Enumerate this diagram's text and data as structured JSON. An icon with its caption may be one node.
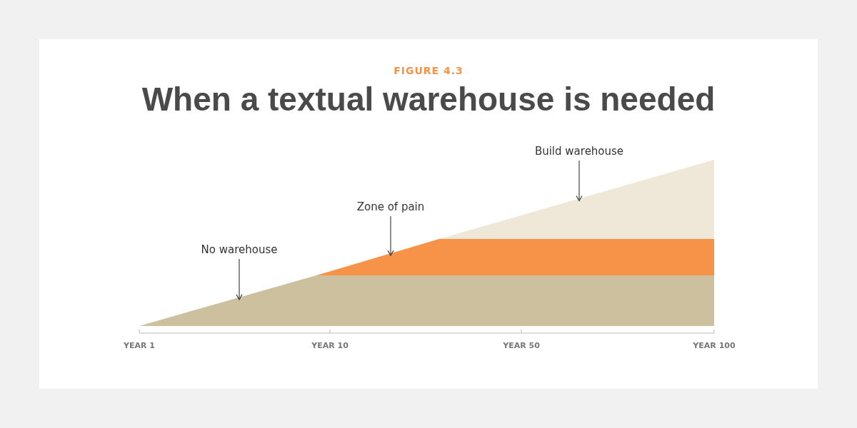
{
  "diagram": {
    "title": "When a textual warehouse is needed",
    "nodes": [
      {
        "text": [
          "No warehouse"
        ]
      },
      {
        "text": [
          "Zone of pain"
        ]
      },
      {
        "text": [
          "Build warehouse"
        ]
      },
      {
        "text": [],
        "shape": "polygon"
      },
      {
        "text": [],
        "shape": "polygon"
      },
      {
        "text": [],
        "shape": "polygon"
      }
    ],
    "edges": [
      {
        "from": 0,
        "to": 3,
        "arrow": "to"
      },
      {
        "from": 1,
        "to": 4,
        "arrow": "to"
      },
      {
        "from": 2,
        "to": 5,
        "arrow": "to"
      }
    ],
    "labels": [
      "FIGURE 4.3",
      "YEAR 1",
      "YEAR 10",
      "YEAR 50",
      "YEAR 100"
    ]
  }
}
